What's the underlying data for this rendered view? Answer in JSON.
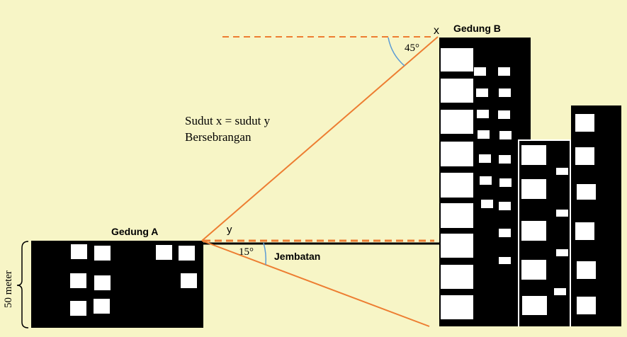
{
  "labels": {
    "building_a": "Gedung A",
    "building_b": "Gedung B",
    "point_x": "x",
    "point_y": "y",
    "angle_top": "45°",
    "angle_bottom": "15°",
    "bridge": "Jembatan",
    "note_line1": "Sudut x = sudut y",
    "note_line2": "Bersebrangan",
    "height_a": "50 meter"
  },
  "colors": {
    "background": "#f7f5c6",
    "building": "#000000",
    "window": "#ffffff",
    "sight_line": "#ed7d31",
    "angle_arc": "#5b9bd5"
  }
}
